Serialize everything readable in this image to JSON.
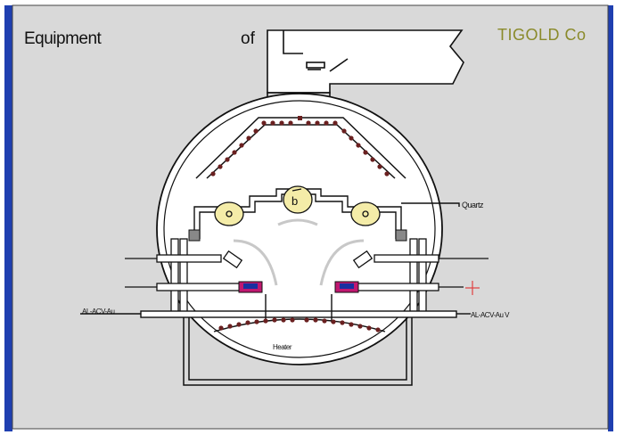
{
  "header": {
    "title_left": "Equipment",
    "title_of": "of",
    "company": "TIGOLD Co"
  },
  "labels": {
    "right_lead": "Quartz",
    "bottom": "Heater",
    "left_feed": "AL-ACV-Au",
    "right_feed": "AL-ACV-Au V"
  },
  "colors": {
    "panel_bg": "#d9d9d9",
    "frame_blue": "#1f3fb0",
    "company_olive": "#8a8a2a",
    "heater_dots": "#6a2020",
    "pan_magenta": "#c01870",
    "pan_blue": "#1830a0",
    "cross_red": "#e04040",
    "lamp_yellow": "#f4eca8"
  },
  "icons": [
    "cross-marker-icon",
    "lamp-icon",
    "rotating-lamp-icon"
  ]
}
